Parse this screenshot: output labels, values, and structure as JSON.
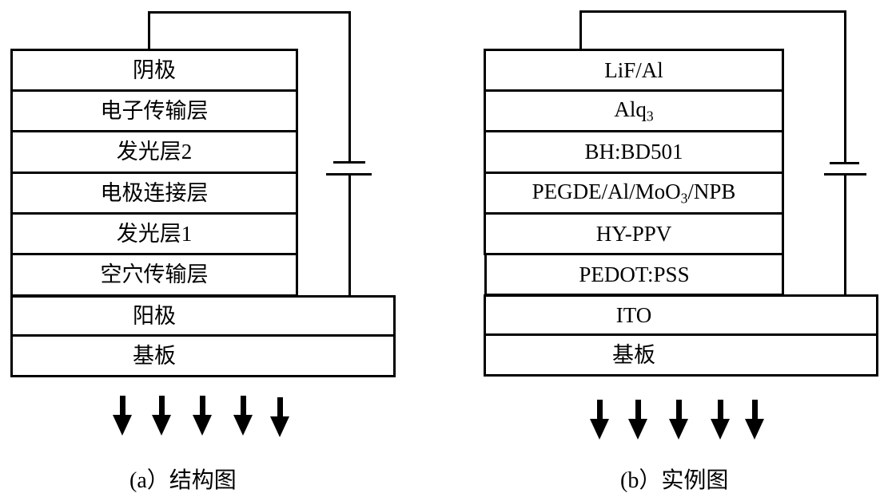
{
  "panels": [
    {
      "id": "a",
      "caption": "(a）结构图",
      "stack_layers": [
        "阴极",
        "电子传输层",
        "发光层2",
        "电极连接层",
        "发光层1",
        "空穴传输层"
      ],
      "base_layers": [
        "阳极",
        "基板"
      ],
      "light_arrow_count": 5
    },
    {
      "id": "b",
      "caption": "(b）实例图",
      "stack_layers": [
        "LiF/Al",
        "Alq₃",
        "BH:BD501",
        "PEGDE/Al/MoO₃/NPB",
        "HY-PPV",
        "PEDOT:PSS"
      ],
      "base_layers": [
        "ITO",
        "基板"
      ],
      "light_arrow_count": 5
    }
  ],
  "colors": {
    "line": "#000000",
    "background": "#ffffff"
  }
}
